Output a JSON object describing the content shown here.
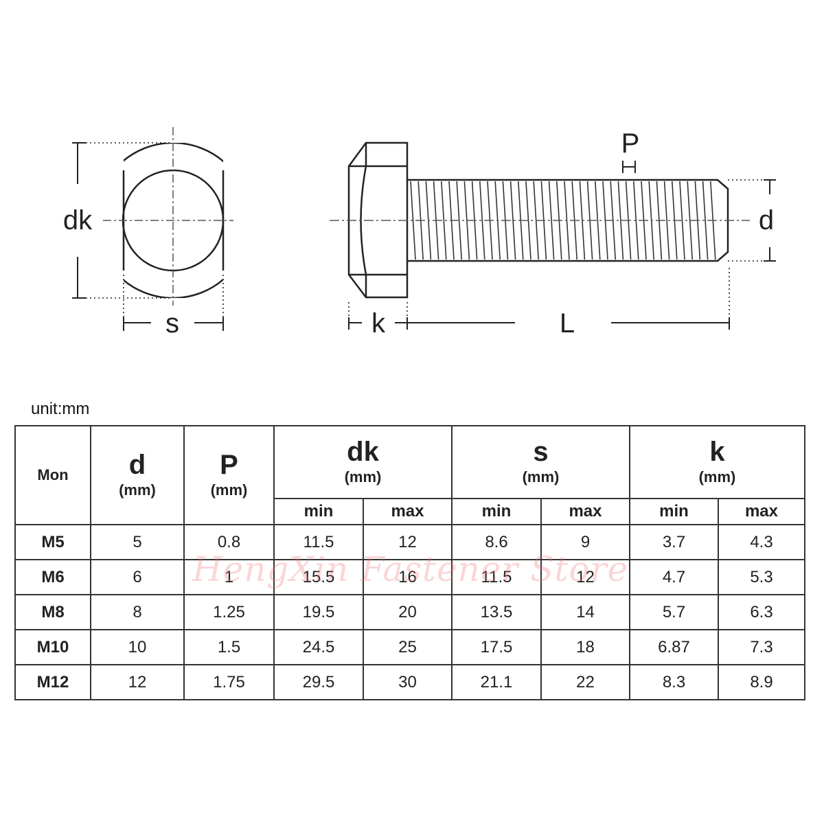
{
  "diagram": {
    "labels": {
      "dk": "dk",
      "s": "s",
      "k": "k",
      "L": "L",
      "P": "P",
      "d": "d"
    }
  },
  "unit_note": "unit:mm",
  "table": {
    "header": {
      "mon": "Mon",
      "d": {
        "symbol": "d",
        "unit": "(mm)"
      },
      "P": {
        "symbol": "P",
        "unit": "(mm)"
      },
      "dk": {
        "symbol": "dk",
        "unit": "(mm)"
      },
      "s": {
        "symbol": "s",
        "unit": "(mm)"
      },
      "k": {
        "symbol": "k",
        "unit": "(mm)"
      },
      "min": "min",
      "max": "max"
    },
    "rows": [
      {
        "model": "M5",
        "d": "5",
        "p": "0.8",
        "dk_min": "11.5",
        "dk_max": "12",
        "s_min": "8.6",
        "s_max": "9",
        "k_min": "3.7",
        "k_max": "4.3"
      },
      {
        "model": "M6",
        "d": "6",
        "p": "1",
        "dk_min": "15.5",
        "dk_max": "16",
        "s_min": "11.5",
        "s_max": "12",
        "k_min": "4.7",
        "k_max": "5.3"
      },
      {
        "model": "M8",
        "d": "8",
        "p": "1.25",
        "dk_min": "19.5",
        "dk_max": "20",
        "s_min": "13.5",
        "s_max": "14",
        "k_min": "5.7",
        "k_max": "6.3"
      },
      {
        "model": "M10",
        "d": "10",
        "p": "1.5",
        "dk_min": "24.5",
        "dk_max": "25",
        "s_min": "17.5",
        "s_max": "18",
        "k_min": "6.87",
        "k_max": "7.3"
      },
      {
        "model": "M12",
        "d": "12",
        "p": "1.75",
        "dk_min": "29.5",
        "dk_max": "30",
        "s_min": "21.1",
        "s_max": "22",
        "k_min": "8.3",
        "k_max": "8.9"
      }
    ]
  },
  "watermark": "HengXin Fastener Store"
}
